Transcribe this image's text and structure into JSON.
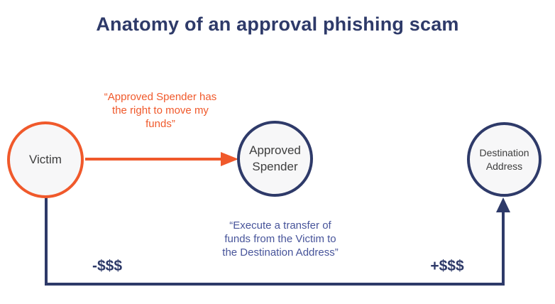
{
  "title": "Anatomy of an approval phishing scam",
  "colors": {
    "navy": "#2e3a69",
    "quote_navy": "#47549a",
    "orange": "#f0592b",
    "node_fill": "#f7f7f8",
    "node_label": "#3e3e3e",
    "background": "#ffffff"
  },
  "nodes": {
    "victim": {
      "label": "Victim"
    },
    "approved_spender": {
      "label": "Approved Spender"
    },
    "destination_address": {
      "label": "Destination Address"
    }
  },
  "quotes": {
    "approval": {
      "lines": [
        "“Approved Spender has",
        "the right to move my",
        "funds”"
      ]
    },
    "execute": {
      "lines": [
        "“Execute a transfer of",
        "funds from the Victim to",
        "the Destination Address”"
      ]
    }
  },
  "amounts": {
    "debit": "-$$$",
    "credit": "+$$$"
  }
}
